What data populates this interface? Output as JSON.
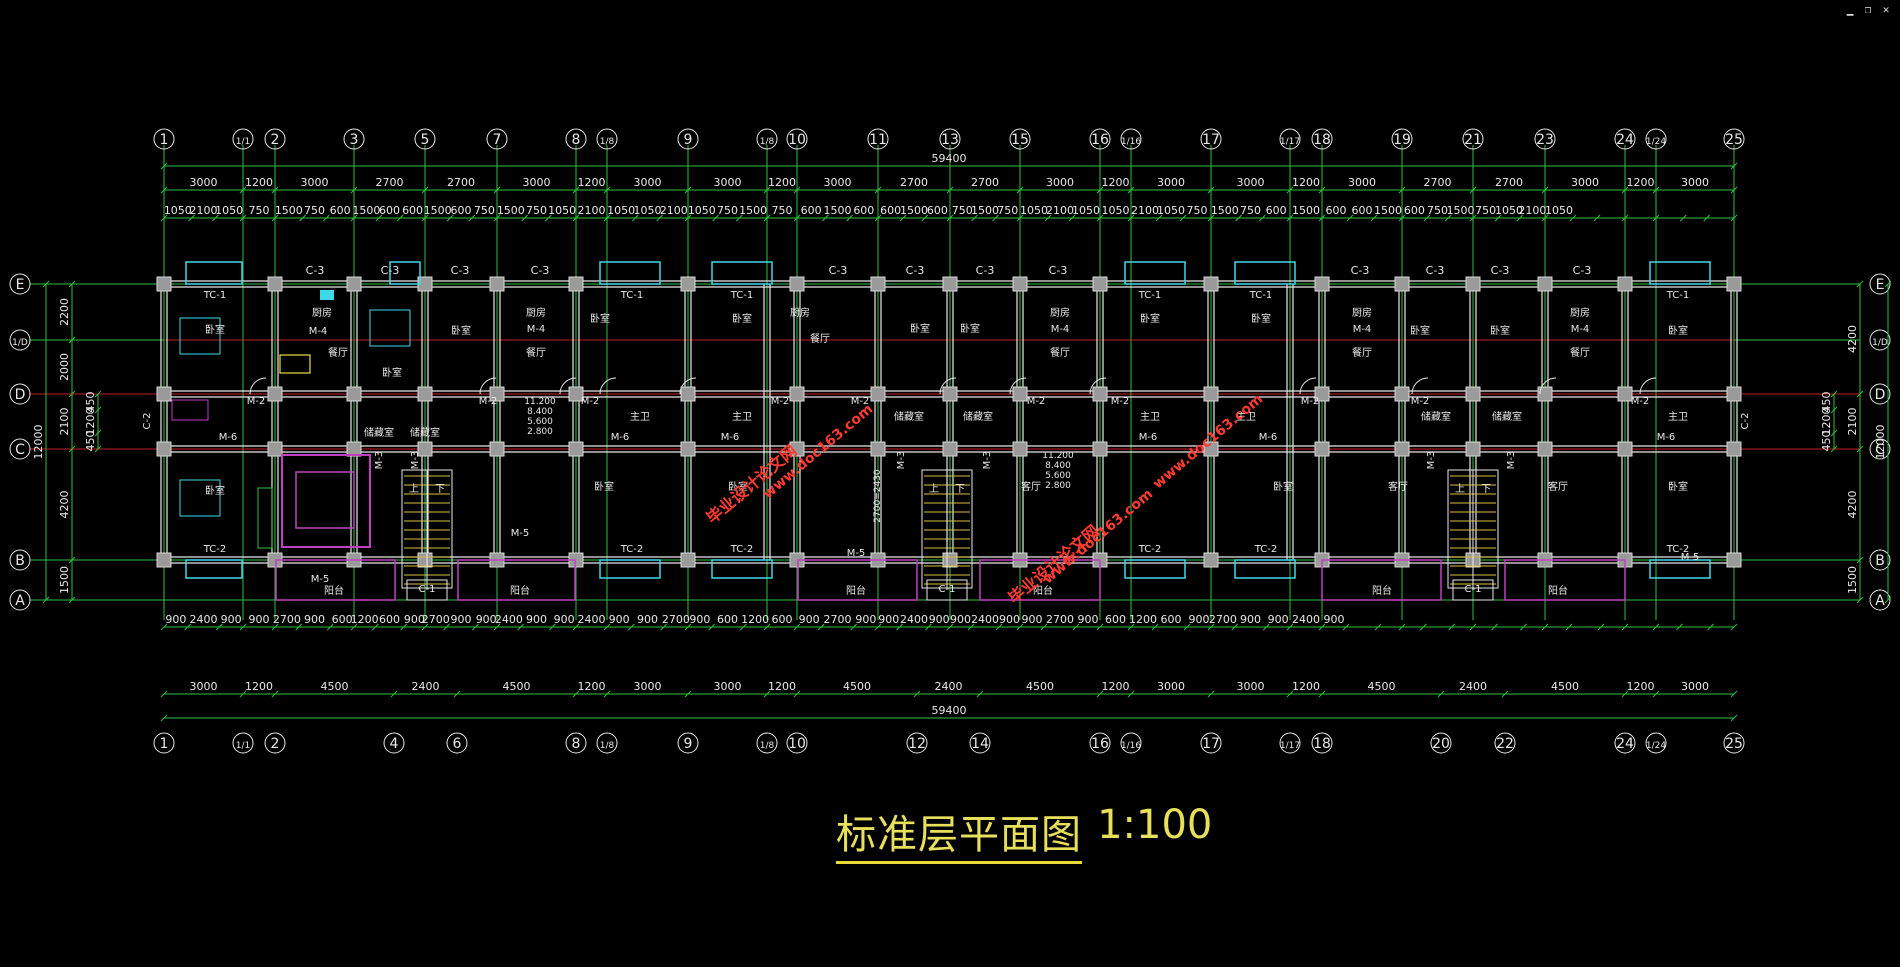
{
  "window": {
    "minimize_glyph": "▁",
    "restore_glyph": "❐",
    "close_glyph": "✕"
  },
  "drawing_title": "标准层平面图",
  "drawing_scale": "1:100",
  "watermarks": [
    {
      "cn": "毕业设计论文网",
      "url": "www.doc163.com"
    },
    {
      "cn": "毕业设计论文网",
      "url": "www.doc163.com"
    },
    {
      "cn": "毕业设计论文网",
      "url": "www.doc163.com"
    }
  ],
  "axes": {
    "top": [
      "1",
      "1/1",
      "2",
      "3",
      "5",
      "7",
      "8",
      "1/8",
      "9",
      "1/8",
      "10",
      "11",
      "13",
      "15",
      "16",
      "1/16",
      "17",
      "1/17",
      "18",
      "19",
      "21",
      "23",
      "24",
      "1/24",
      "25"
    ],
    "bottom": [
      "1",
      "1/1",
      "2",
      "4",
      "6",
      "8",
      "1/8",
      "9",
      "1/8",
      "10",
      "12",
      "14",
      "16",
      "1/16",
      "17",
      "1/17",
      "18",
      "20",
      "22",
      "24",
      "1/24",
      "25"
    ],
    "left": [
      "E",
      "1/D",
      "D",
      "C",
      "B",
      "A"
    ],
    "right": [
      "E",
      "1/D",
      "D",
      "C",
      "B",
      "A"
    ]
  },
  "dims": {
    "overall": "59400",
    "top_row1": [
      "3000",
      "1200",
      "3000",
      "2700",
      "2700",
      "3000",
      "1200",
      "3000",
      "3000",
      "1200",
      "3000",
      "2700",
      "2700",
      "3000",
      "1200",
      "3000",
      "3000",
      "1200",
      "3000",
      "2700",
      "2700",
      "3000",
      "1200",
      "3000"
    ],
    "top_row2": [
      "1050",
      "2100",
      "1050",
      "750",
      "1500",
      "750",
      "600",
      "1500",
      "600",
      "600",
      "1500",
      "600",
      "750",
      "1500",
      "750",
      "1050",
      "2100",
      "1050",
      "1050",
      "2100",
      "1050",
      "750",
      "1500",
      "750",
      "600",
      "1500",
      "600",
      "600",
      "1500",
      "600",
      "750",
      "1500",
      "750",
      "1050",
      "2100",
      "1050",
      "1050",
      "2100",
      "1050",
      "750",
      "1500",
      "750",
      "600",
      "1500",
      "600",
      "600",
      "1500",
      "600",
      "750",
      "1500",
      "750",
      "1050",
      "2100",
      "1050"
    ],
    "bottom_row1": [
      "900",
      "2400",
      "900",
      "900",
      "2700",
      "900",
      "600",
      "1200",
      "600",
      "900",
      "2700",
      "900",
      "900",
      "2400",
      "900",
      "900",
      "2400",
      "900",
      "900",
      "2700",
      "900",
      "600",
      "1200",
      "600",
      "900",
      "2700",
      "900",
      "900",
      "2400",
      "900",
      "900",
      "2400",
      "900",
      "900",
      "2700",
      "900",
      "600",
      "1200",
      "600",
      "900",
      "2700",
      "900",
      "900",
      "2400",
      "900"
    ],
    "bottom_row2": [
      "3000",
      "1200",
      "4500",
      "2400",
      "4500",
      "1200",
      "3000",
      "3000",
      "1200",
      "4500",
      "2400",
      "4500",
      "1200",
      "3000",
      "3000",
      "1200",
      "4500",
      "2400",
      "4500",
      "1200",
      "3000"
    ],
    "left": [
      "2200",
      "2000",
      "2100",
      "4200",
      "1500"
    ],
    "left_total": "12000",
    "left_inner": [
      "450",
      "1200",
      "450"
    ],
    "right": [
      "4200",
      "2100",
      "4200",
      "1500"
    ],
    "right_total": "12000",
    "right_inner": [
      "450",
      "1200",
      "450"
    ]
  },
  "labels": {
    "windows_top": [
      "C-3",
      "C-3",
      "C-3",
      "C-3",
      "C-3",
      "C-3",
      "C-3",
      "C-3",
      "C-3",
      "C-3",
      "C-3",
      "C-3"
    ],
    "tc1": "TC-1",
    "tc2": "TC-2",
    "c1": "C-1",
    "c2": "C-2",
    "m1": "M-1",
    "m2": "M-2",
    "m3": "M-3",
    "m4": "M-4",
    "m5": "M-5",
    "m6": "M-6",
    "bedroom": "卧室",
    "kitchen": "厨房",
    "dining": "餐厅",
    "living": "客厅",
    "master_bath": "主卫",
    "storage": "储藏室",
    "balcony": "阳台",
    "stair_up": "上",
    "stair_down": "下",
    "elevations": [
      "11.200",
      "8.400",
      "5.600",
      "2.800"
    ],
    "stair_note": "2700=2430"
  }
}
